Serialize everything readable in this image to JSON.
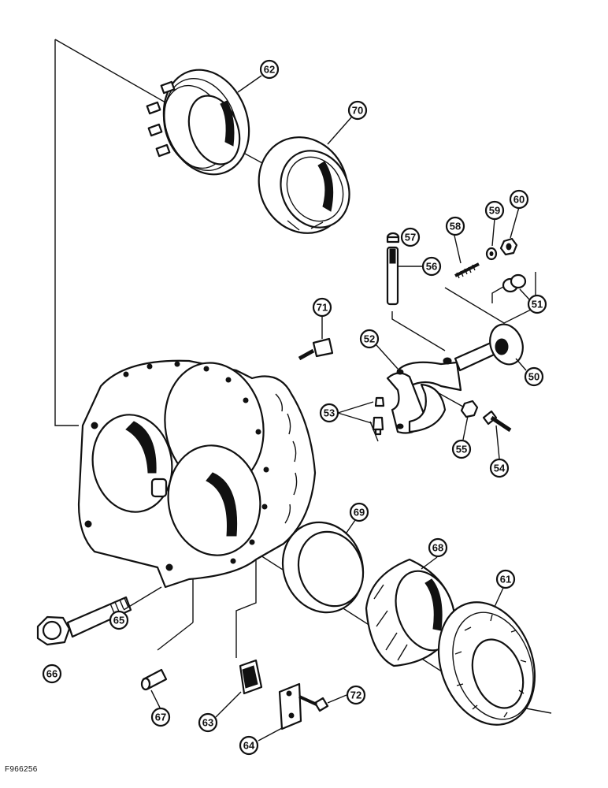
{
  "figure_id": "F966256",
  "callouts": [
    {
      "label": "62"
    },
    {
      "label": "70"
    },
    {
      "label": "57"
    },
    {
      "label": "58"
    },
    {
      "label": "59"
    },
    {
      "label": "60"
    },
    {
      "label": "56"
    },
    {
      "label": "51"
    },
    {
      "label": "71"
    },
    {
      "label": "52"
    },
    {
      "label": "50"
    },
    {
      "label": "53"
    },
    {
      "label": "55"
    },
    {
      "label": "54"
    },
    {
      "label": "69"
    },
    {
      "label": "68"
    },
    {
      "label": "61"
    },
    {
      "label": "65"
    },
    {
      "label": "66"
    },
    {
      "label": "67"
    },
    {
      "label": "63"
    },
    {
      "label": "72"
    },
    {
      "label": "64"
    }
  ]
}
